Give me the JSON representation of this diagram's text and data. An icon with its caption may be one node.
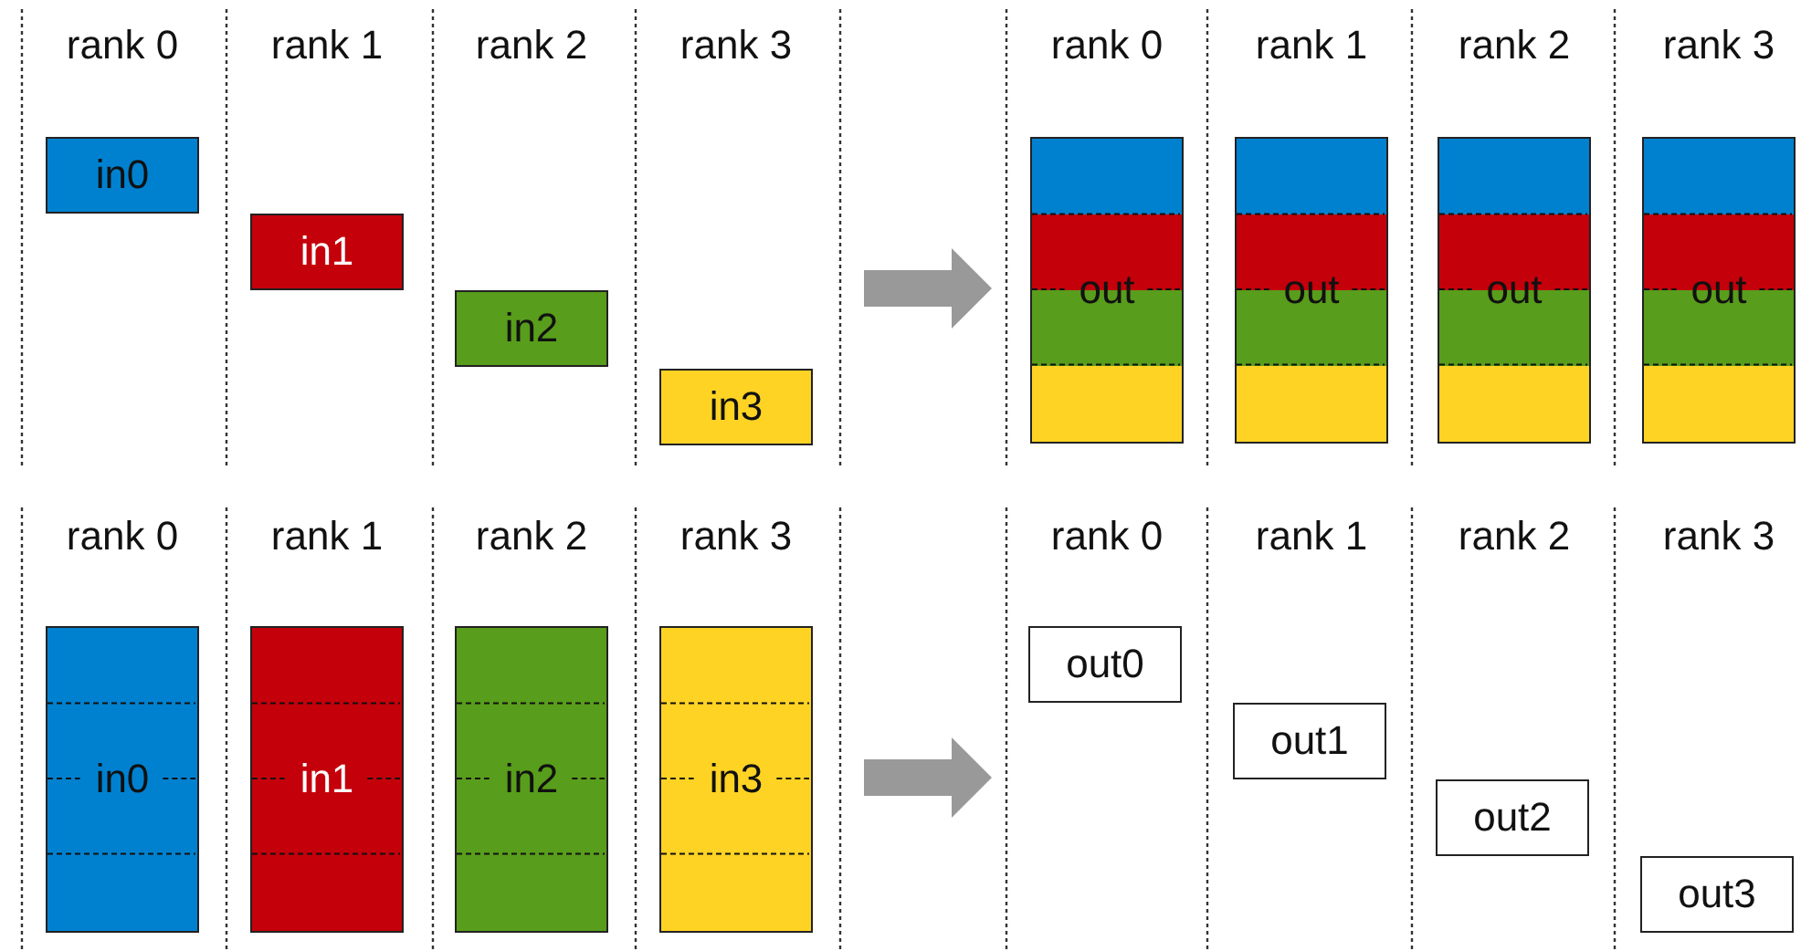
{
  "diagram": {
    "nodes": [
      {
        "text": [
          "in0"
        ]
      },
      {
        "text": [
          "in1"
        ]
      },
      {
        "text": [
          "in2"
        ]
      },
      {
        "text": [
          "in3"
        ]
      },
      {
        "text": [
          "out"
        ]
      },
      {
        "text": [
          "out"
        ]
      },
      {
        "text": [
          "out"
        ]
      },
      {
        "text": [
          "out"
        ]
      },
      {
        "text": [
          "in0"
        ]
      },
      {
        "text": [
          "in1"
        ]
      },
      {
        "text": [
          "in2"
        ]
      },
      {
        "text": [
          "in3"
        ]
      },
      {
        "text": [
          "out0"
        ]
      },
      {
        "text": [
          "out1"
        ]
      },
      {
        "text": [
          "out2"
        ]
      },
      {
        "text": [
          "out3"
        ]
      }
    ],
    "labels": [
      "rank 0",
      "rank 1",
      "rank 2",
      "rank 3",
      "rank 0",
      "rank 1",
      "rank 2",
      "rank 3",
      "rank 0",
      "rank 1",
      "rank 2",
      "rank 3",
      "rank 0",
      "rank 1",
      "rank 2",
      "rank 3"
    ]
  }
}
